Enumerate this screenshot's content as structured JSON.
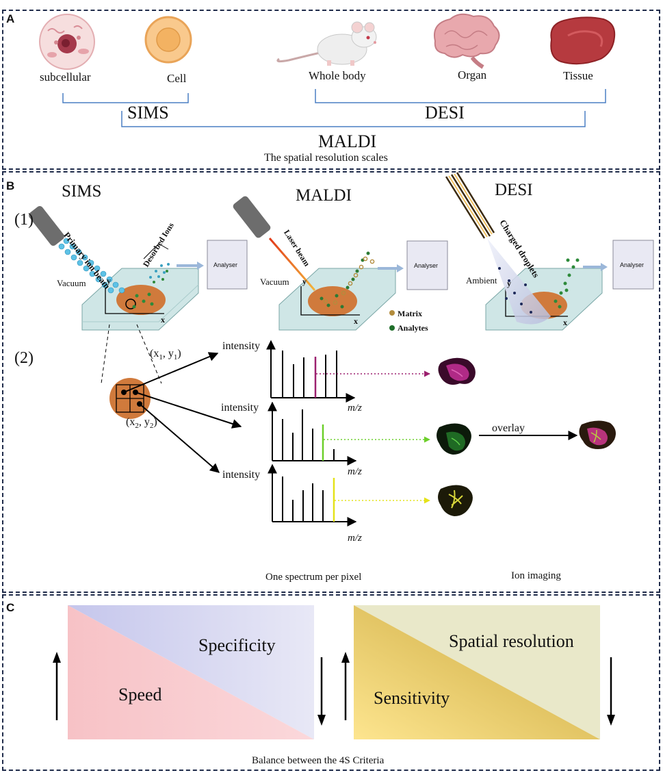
{
  "panel_a": {
    "label": "A",
    "items": [
      "subcellular",
      "Cell",
      "Whole body",
      "Organ",
      "Tissue"
    ],
    "sims": "SIMS",
    "desi": "DESI",
    "maldi": "MALDI",
    "caption": "The spatial resolution scales"
  },
  "panel_b": {
    "label": "B",
    "step1": "(1)",
    "step2": "(2)",
    "techniques": {
      "sims": {
        "title": "SIMS",
        "env": "Vacuum",
        "beam": "Primary ion beam",
        "ions": "Desorbed Ions",
        "analyser": "Analyser"
      },
      "maldi": {
        "title": "MALDI",
        "env": "Vacuum",
        "beam": "Laser beam",
        "analyser": "Analyser",
        "legend_matrix": "Matrix",
        "legend_analytes": "Analytes"
      },
      "desi": {
        "title": "DESI",
        "env": "Ambient",
        "beam": "Charged droplets",
        "analyser": "Analyser"
      }
    },
    "axis_x": "x",
    "axis_y": "y",
    "coord1": "(x1, y1)",
    "coord2": "(x2, y2)",
    "intensity": "intensity",
    "mz": "m/z",
    "overlay": "overlay",
    "caption_spectrum": "One spectrum per pixel",
    "caption_imaging": "Ion imaging",
    "colors": {
      "orange": "#d07a3c",
      "glass": "#cde3e3",
      "magenta": "#9b1f6e",
      "green": "#6ccf2a",
      "yellow": "#e4e219"
    }
  },
  "panel_c": {
    "label": "C",
    "specificity": "Specificity",
    "speed": "Speed",
    "spatial": "Spatial resolution",
    "sensitivity": "Sensitivity",
    "caption": "Balance between the 4S Criteria"
  }
}
